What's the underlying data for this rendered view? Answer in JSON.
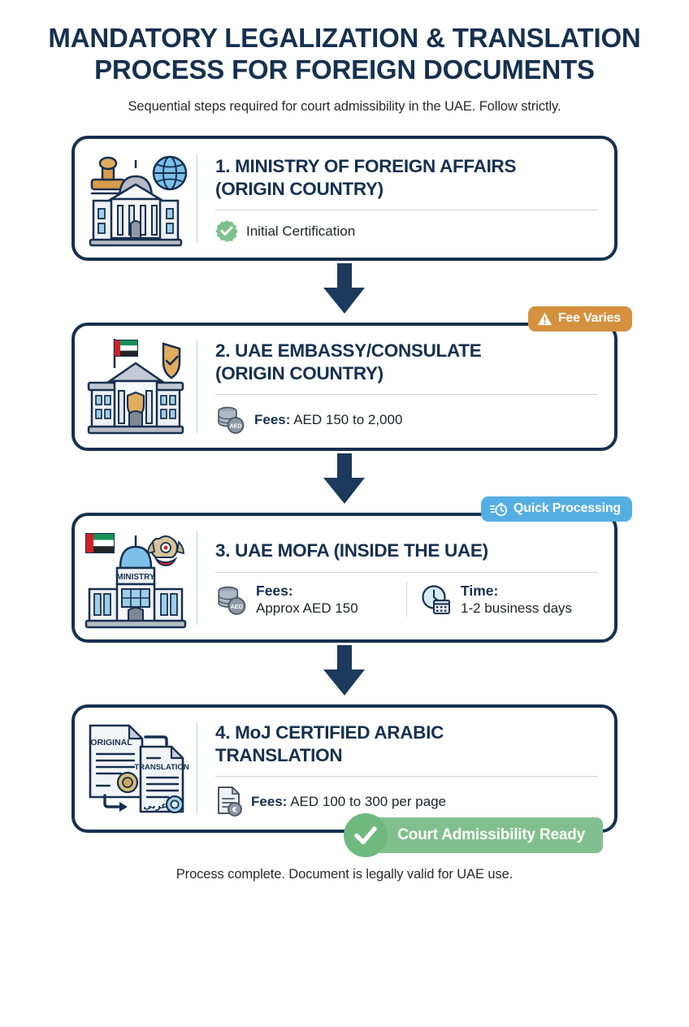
{
  "header": {
    "title": "MANDATORY LEGALIZATION & TRANSLATION PROCESS FOR FOREIGN DOCUMENTS",
    "title_line1": "MANDATORY LEGALIZATION & TRANSLATION",
    "title_line2": "PROCESS FOR FOREIGN DOCUMENTS",
    "subtitle": "Sequential steps required for court admissibility in the UAE. Follow strictly."
  },
  "colors": {
    "navy": "#16304f",
    "warn_orange": "#d4913f",
    "info_blue": "#55aee3",
    "success_green": "#81c08e",
    "check_green": "#6fb97f",
    "page_background": "#ffffff",
    "divider": "#ccd4dd"
  },
  "steps": [
    {
      "number": "1",
      "title": "1. MINISTRY OF FOREIGN AFFAIRS (ORIGIN COUNTRY)",
      "title_line1": "1. MINISTRY OF FOREIGN AFFAIRS",
      "title_line2": "(ORIGIN COUNTRY)",
      "icon_name": "government-building-stamp-globe-icon",
      "metrics": [
        {
          "icon_name": "green-check-badge-icon",
          "label": "",
          "value": "Initial Certification"
        }
      ],
      "badge": null
    },
    {
      "number": "2",
      "title": "2. UAE EMBASSY/CONSULATE (ORIGIN COUNTRY)",
      "title_line1": "2. UAE EMBASSY/CONSULATE",
      "title_line2": "(ORIGIN COUNTRY)",
      "icon_name": "embassy-building-flag-shield-icon",
      "metrics": [
        {
          "icon_name": "aed-coins-icon",
          "label": "Fees:",
          "value": "AED 150 to 2,000"
        }
      ],
      "badge": {
        "text": "Fee Varies",
        "icon_name": "warning-triangle-icon",
        "style": "warn"
      }
    },
    {
      "number": "3",
      "title": "3. UAE MoFA  (INSIDE THE UAE)",
      "title_line1": "3. UAE MoFA  (INSIDE THE UAE)",
      "title_line2": "",
      "icon_name": "uae-ministry-building-flag-falcon-icon",
      "metrics": [
        {
          "icon_name": "aed-coins-icon",
          "label": "Fees:",
          "value": "Approx AED 150"
        },
        {
          "icon_name": "clock-calendar-icon",
          "label": "Time:",
          "value": "1-2 business days"
        }
      ],
      "badge": {
        "text": "Quick Processing",
        "icon_name": "stopwatch-speed-icon",
        "style": "info"
      }
    },
    {
      "number": "4",
      "title": "4. MoJ CERTIFIED ARABIC TRANSLATION",
      "title_line1": "4. MoJ CERTIFIED ARABIC",
      "title_line2": "TRANSLATION",
      "icon_name": "document-translation-icon",
      "icon_labels": {
        "original": "ORIGINAL",
        "translation": "TRANSLATION",
        "arabic": "عربي"
      },
      "metrics": [
        {
          "icon_name": "document-fee-icon",
          "label": "Fees:",
          "value": "AED 100 to 300 per page"
        }
      ],
      "badge": null,
      "ready_banner": {
        "text": "Court Admissibility Ready",
        "icon_name": "check-mark-icon"
      }
    }
  ],
  "connectors": [
    {
      "icon_name": "down-arrow-icon"
    },
    {
      "icon_name": "down-arrow-icon"
    },
    {
      "icon_name": "down-arrow-icon"
    }
  ],
  "footer": {
    "text": "Process complete. Document is legally valid for UAE use."
  }
}
